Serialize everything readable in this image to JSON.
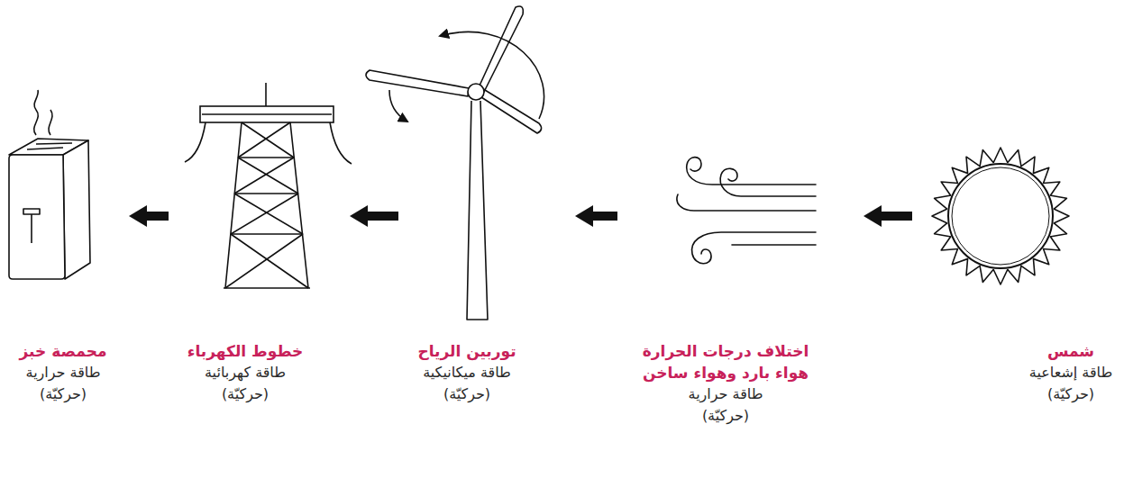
{
  "diagram": {
    "nodes": [
      {
        "text": [
          "شمس",
          "طاقة إشعاعية",
          "(حركيّة)"
        ]
      },
      {
        "text": [
          "اختلاف درجات الحرارة هواء بارد وهواء ساخن",
          "طاقة حرارية",
          "(حركيّة)"
        ]
      },
      {
        "text": [
          "توربين الرياح",
          "طاقة ميكانيكية",
          "(حركيّة)"
        ]
      },
      {
        "text": [
          "خطوط الكهرباء",
          "طاقة كهربائية",
          "(حركيّة)"
        ]
      },
      {
        "text": [
          "محمصة خبز",
          "طاقة حرارية",
          "(حركيّة)"
        ]
      }
    ],
    "edges": [
      {
        "from": 0,
        "to": 1,
        "arrow": "to"
      },
      {
        "from": 1,
        "to": 2,
        "arrow": "to"
      },
      {
        "from": 2,
        "to": 3,
        "arrow": "to"
      },
      {
        "from": 3,
        "to": 4,
        "arrow": "to"
      }
    ]
  }
}
